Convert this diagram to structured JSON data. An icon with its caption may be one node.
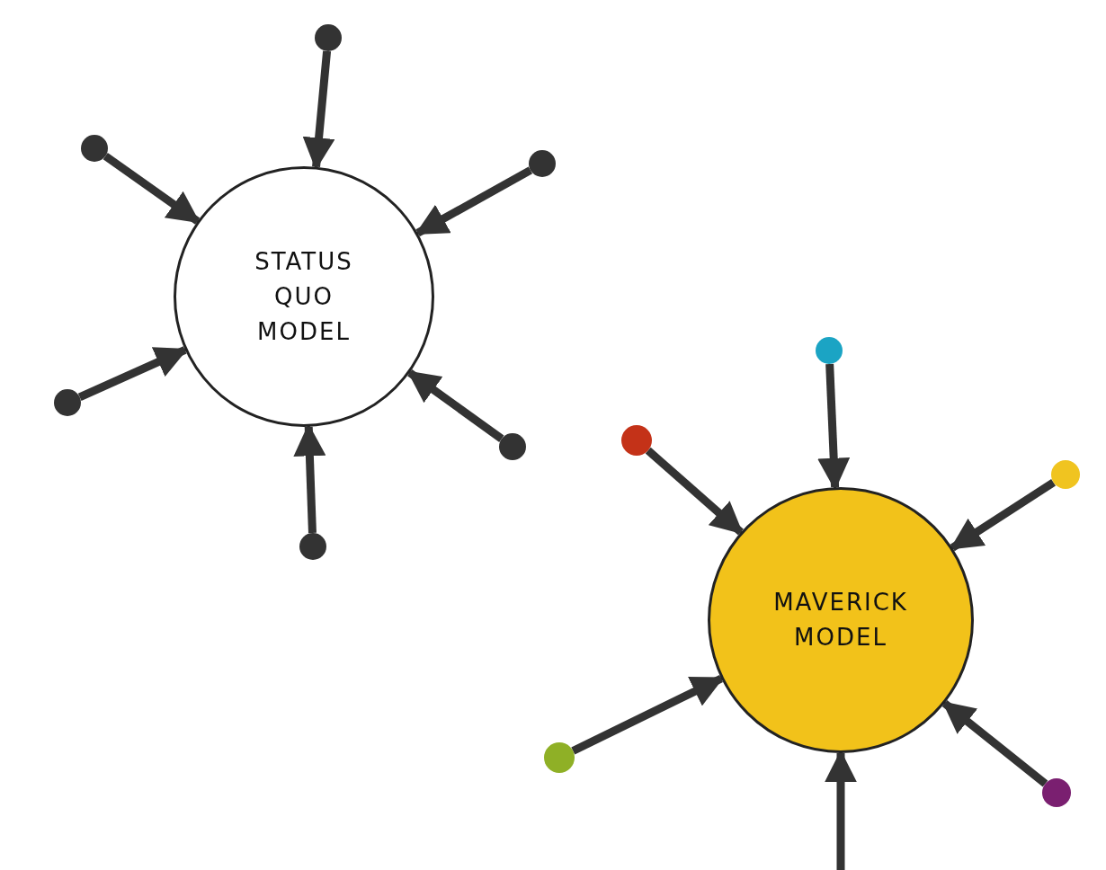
{
  "diagram": {
    "nodes": [
      {
        "text": [
          "STATUS QUO MODEL"
        ]
      },
      {
        "text": [],
        "shape": "circle"
      },
      {
        "text": [],
        "shape": "circle"
      },
      {
        "text": [],
        "shape": "circle"
      },
      {
        "text": [],
        "shape": "circle"
      },
      {
        "text": [],
        "shape": "circle"
      },
      {
        "text": [],
        "shape": "circle"
      },
      {
        "text": [
          "MAVERICK MODEL"
        ]
      },
      {
        "text": [],
        "shape": "circle"
      },
      {
        "text": [],
        "shape": "circle"
      },
      {
        "text": [],
        "shape": "circle"
      },
      {
        "text": [],
        "shape": "circle"
      },
      {
        "text": [],
        "shape": "circle"
      }
    ],
    "edges": [
      {
        "from": 1,
        "to": 0,
        "arrow": "to"
      },
      {
        "from": 2,
        "to": 0,
        "arrow": "to"
      },
      {
        "from": 3,
        "to": 0,
        "arrow": "to"
      },
      {
        "from": 4,
        "to": 0,
        "arrow": "to"
      },
      {
        "from": 5,
        "to": 0,
        "arrow": "to"
      },
      {
        "from": 6,
        "to": 0,
        "arrow": "to"
      },
      {
        "from": 8,
        "to": 7,
        "arrow": "to"
      },
      {
        "from": 9,
        "to": 7,
        "arrow": "to"
      },
      {
        "from": 10,
        "to": 7,
        "arrow": "to"
      },
      {
        "from": 11,
        "to": 7,
        "arrow": "to"
      },
      {
        "from": 12,
        "to": 7,
        "arrow": "to"
      },
      {
        "from": null,
        "to": 7,
        "arrow": "to"
      }
    ]
  }
}
